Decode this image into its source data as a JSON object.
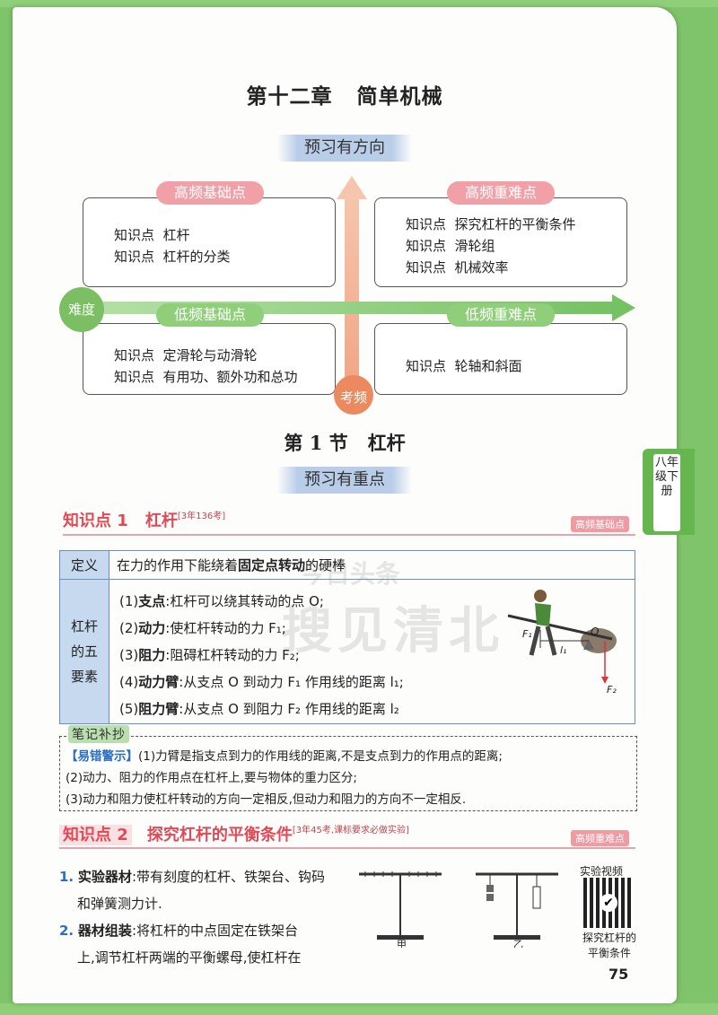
{
  "chapter_title": "第十二章   简单机械",
  "preview_banner": "预习有方向",
  "quadrants": {
    "high_basic": {
      "label": "高频基础点",
      "items": [
        "知识点  杠杆",
        "知识点  杠杆的分类"
      ]
    },
    "high_hard": {
      "label": "高频重难点",
      "items": [
        "知识点  探究杠杆的平衡条件",
        "知识点  滑轮组",
        "知识点  机械效率"
      ]
    },
    "low_basic": {
      "label": "低频基础点",
      "items": [
        "知识点  定滑轮与动滑轮",
        "知识点  有用功、额外功和总功"
      ]
    },
    "low_hard": {
      "label": "低频重难点",
      "items": [
        "知识点  轮轴和斜面"
      ]
    }
  },
  "axis_labels": {
    "difficulty": "难度",
    "frequency": "考频"
  },
  "section_title": "第 1 节   杠杆",
  "focus_banner": "预习有重点",
  "side_tab": "八年级下册",
  "watermark_text": "今日头条",
  "watermark_text2": "搜见清北",
  "kp1": {
    "label": "知识点 1",
    "title": "杠杆",
    "sup": "[3年136考]",
    "tag": "高频基础点",
    "definition_label": "定义",
    "definition_pre": "在力的作用下能绕着",
    "definition_bold": "固定点转动",
    "definition_post": "的硬棒",
    "elements_label": "杠杆的五要素",
    "elements": [
      {
        "num": "(1)",
        "term": "支点",
        "desc": ":杠杆可以绕其转动的点 O;"
      },
      {
        "num": "(2)",
        "term": "动力",
        "desc": ":使杠杆转动的力 F₁;"
      },
      {
        "num": "(3)",
        "term": "阻力",
        "desc": ":阻碍杠杆转动的力 F₂;"
      },
      {
        "num": "(4)",
        "term": "动力臂",
        "desc": ":从支点 O 到动力 F₁ 作用线的距离 l₁;"
      },
      {
        "num": "(5)",
        "term": "阻力臂",
        "desc": ":从支点 O 到阻力 F₂ 作用线的距离 l₂"
      }
    ],
    "figure_labels": {
      "o": "O",
      "l1": "l₁",
      "f1": "F₁",
      "f2": "F₂"
    }
  },
  "notes": {
    "title": "笔记补抄",
    "warn": "【易错警示】",
    "lines": [
      "(1)力臂是指支点到力的作用线的距离,不是支点到力的作用点的距离;",
      "(2)动力、阻力的作用点在杠杆上,要与物体的重力区分;",
      "(3)动力和阻力使杠杆转动的方向一定相反,但动力和阻力的方向不一定相反."
    ]
  },
  "kp2": {
    "label": "知识点 2",
    "title": "探究杠杆的平衡条件",
    "sup": "[3年45考,课标要求必做实验]",
    "tag": "高频重难点",
    "steps": [
      {
        "num": "1.",
        "term": "实验器材",
        "text": ":带有刻度的杠杆、铁架台、钩码",
        "cont": "和弹簧测力计."
      },
      {
        "num": "2.",
        "term": "器材组装",
        "text": ":将杠杆的中点固定在铁架台",
        "cont": "上,调节杠杆两端的平衡螺母,使杠杆在"
      }
    ],
    "fig_jia": "甲",
    "fig_yi": "乙",
    "qr_title": "实验视频",
    "qr_caption1": "探究杠杆的",
    "qr_caption2": "平衡条件"
  },
  "page_number": "75"
}
